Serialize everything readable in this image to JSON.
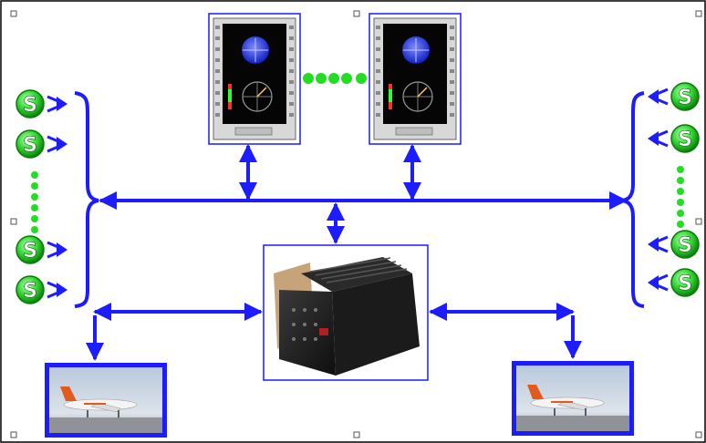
{
  "colors": {
    "bus": "#1c1cff",
    "sensor_fill": "#2ecc2e",
    "sensor_ring": "#0a7a0a",
    "sensor_text": "#ffffff",
    "dots": "#22dd22",
    "frame": "#1c1cff",
    "handles": "#555555",
    "border": "#000000"
  },
  "sensor_glyph": "S",
  "icons": {
    "sensor": "sensor-s-icon",
    "display": "cockpit-display-icon",
    "computer": "avionics-computer-icon",
    "aircraft": "aircraft-photo-icon"
  },
  "groups": {
    "left_sensors": {
      "visible_count": 4,
      "continuation": "vertical-dots"
    },
    "right_sensors": {
      "visible_count": 4,
      "continuation": "vertical-dots"
    },
    "displays": {
      "visible_count": 2,
      "continuation": "horizontal-dots"
    },
    "aircraft": {
      "visible_count": 2
    }
  }
}
